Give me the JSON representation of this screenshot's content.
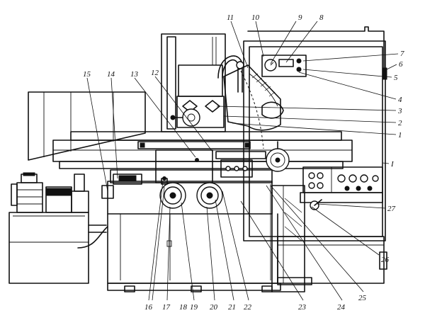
{
  "diagram": {
    "callouts": [
      "1",
      "2",
      "3",
      "4",
      "5",
      "6",
      "7",
      "8",
      "9",
      "10",
      "11",
      "12",
      "13",
      "14",
      "15",
      "16",
      "17",
      "18",
      "19",
      "20",
      "21",
      "22",
      "23",
      "24",
      "25",
      "26",
      "27",
      "I"
    ]
  }
}
